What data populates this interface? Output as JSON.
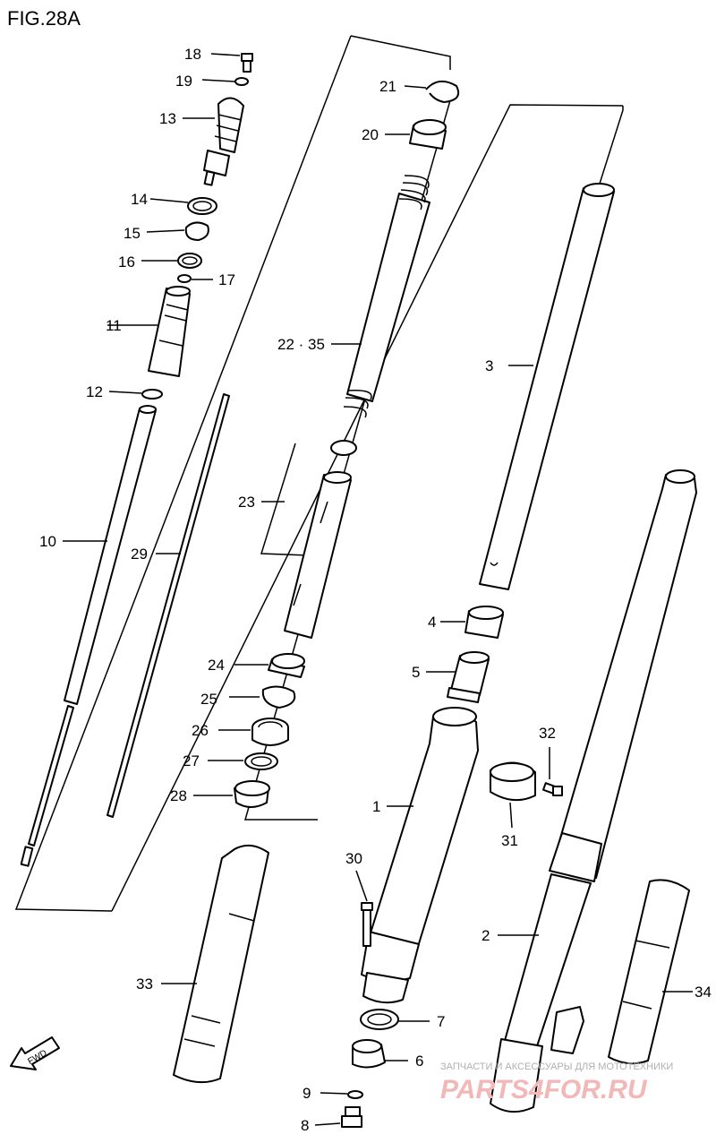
{
  "figure": {
    "title": "FIG.28A"
  },
  "labels": {
    "p1": "1",
    "p2": "2",
    "p3": "3",
    "p4": "4",
    "p5": "5",
    "p6": "6",
    "p7": "7",
    "p8": "8",
    "p9": "9",
    "p10": "10",
    "p11": "11",
    "p12": "12",
    "p13": "13",
    "p14": "14",
    "p15": "15",
    "p16": "16",
    "p17": "17",
    "p18": "18",
    "p19": "19",
    "p20": "20",
    "p21": "21",
    "p22_35": "22 · 35",
    "p23": "23",
    "p24": "24",
    "p25": "25",
    "p26": "26",
    "p27": "27",
    "p28": "28",
    "p29": "29",
    "p30": "30",
    "p31": "31",
    "p32": "32",
    "p33": "33",
    "p34": "34"
  },
  "fwd_label": "FWD",
  "watermark": {
    "caption": "ЗАПЧАСТИ И АКСЕССУАРЫ ДЛЯ МОТОТЕХНИКИ",
    "brand": "PARTS4FOR.RU"
  }
}
